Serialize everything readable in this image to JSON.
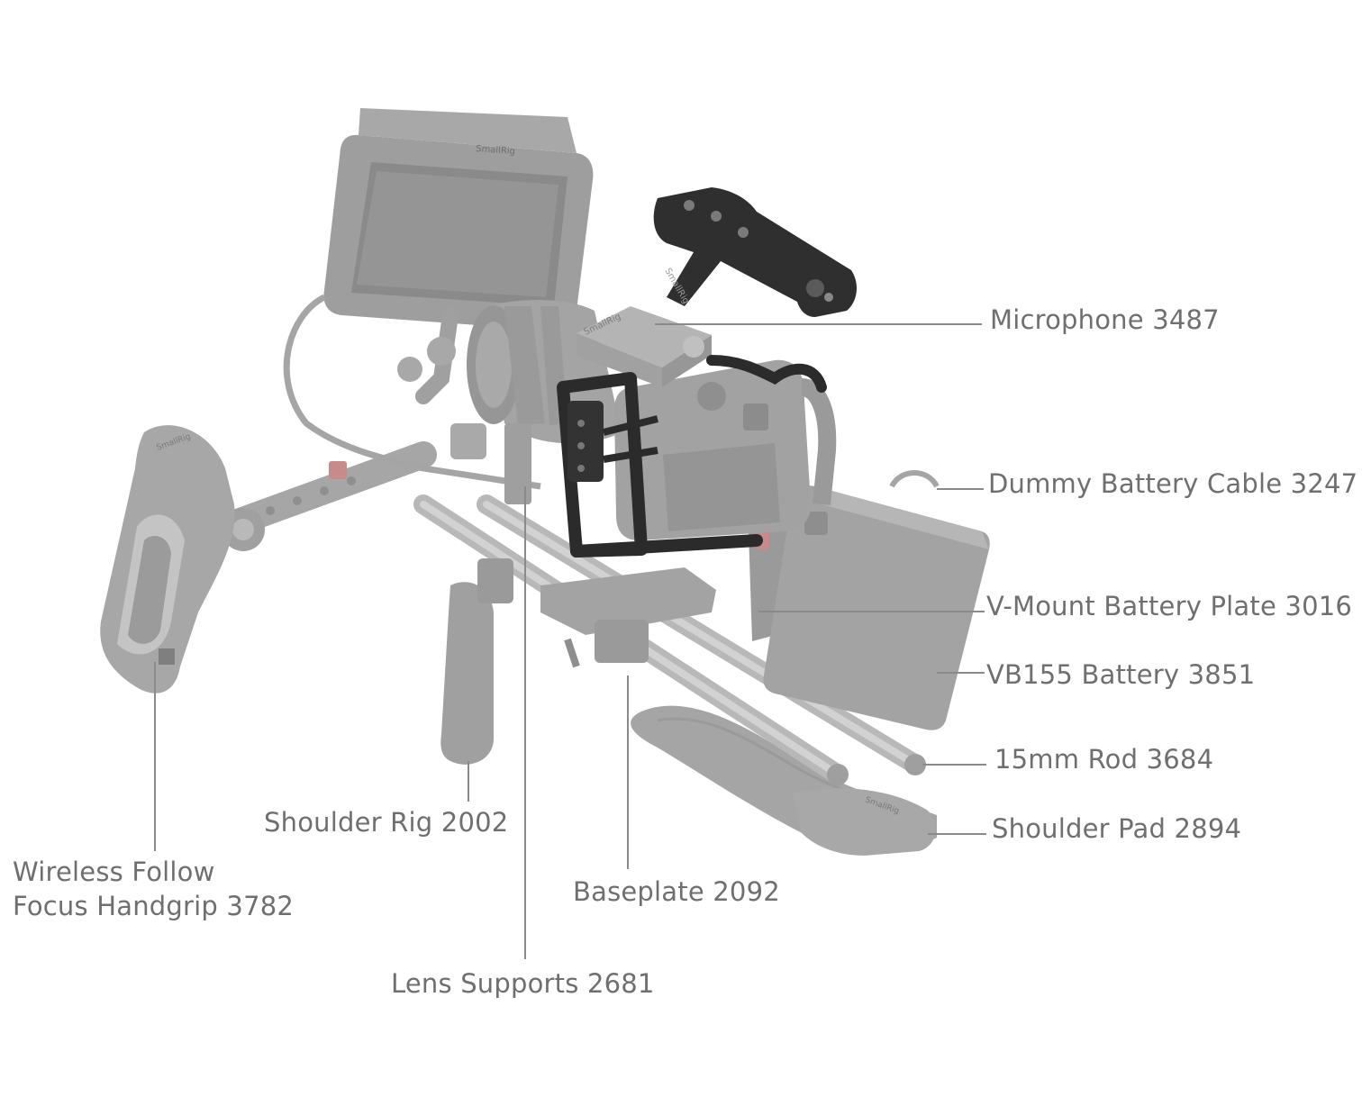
{
  "labels": {
    "microphone": "Microphone 3487",
    "dummy_battery_cable": "Dummy Battery Cable 3247",
    "vmount_plate": "V-Mount Battery Plate 3016",
    "vb155_battery": "VB155 Battery 3851",
    "rod": "15mm Rod 3684",
    "shoulder_pad": "Shoulder Pad 2894",
    "shoulder_rig": "Shoulder Rig 2002",
    "baseplate": "Baseplate 2092",
    "lens_supports": "Lens Supports 2681",
    "follow_focus_line1": "Wireless Follow",
    "follow_focus_line2": "Focus Handgrip 3782"
  },
  "brand_marks": {
    "monitor": "SmallRig",
    "accessory": "SmallRig",
    "handle": "SmallRig",
    "pad": "SmallRig"
  },
  "colors": {
    "accessory_gray": "#a9a9a9",
    "accessory_dark_gray": "#8c8c8c",
    "cage_black": "#2b2b2b",
    "leader_line": "#8a8a8a",
    "label_text": "#6f6f6f",
    "accent_red": "#c98a8a"
  }
}
